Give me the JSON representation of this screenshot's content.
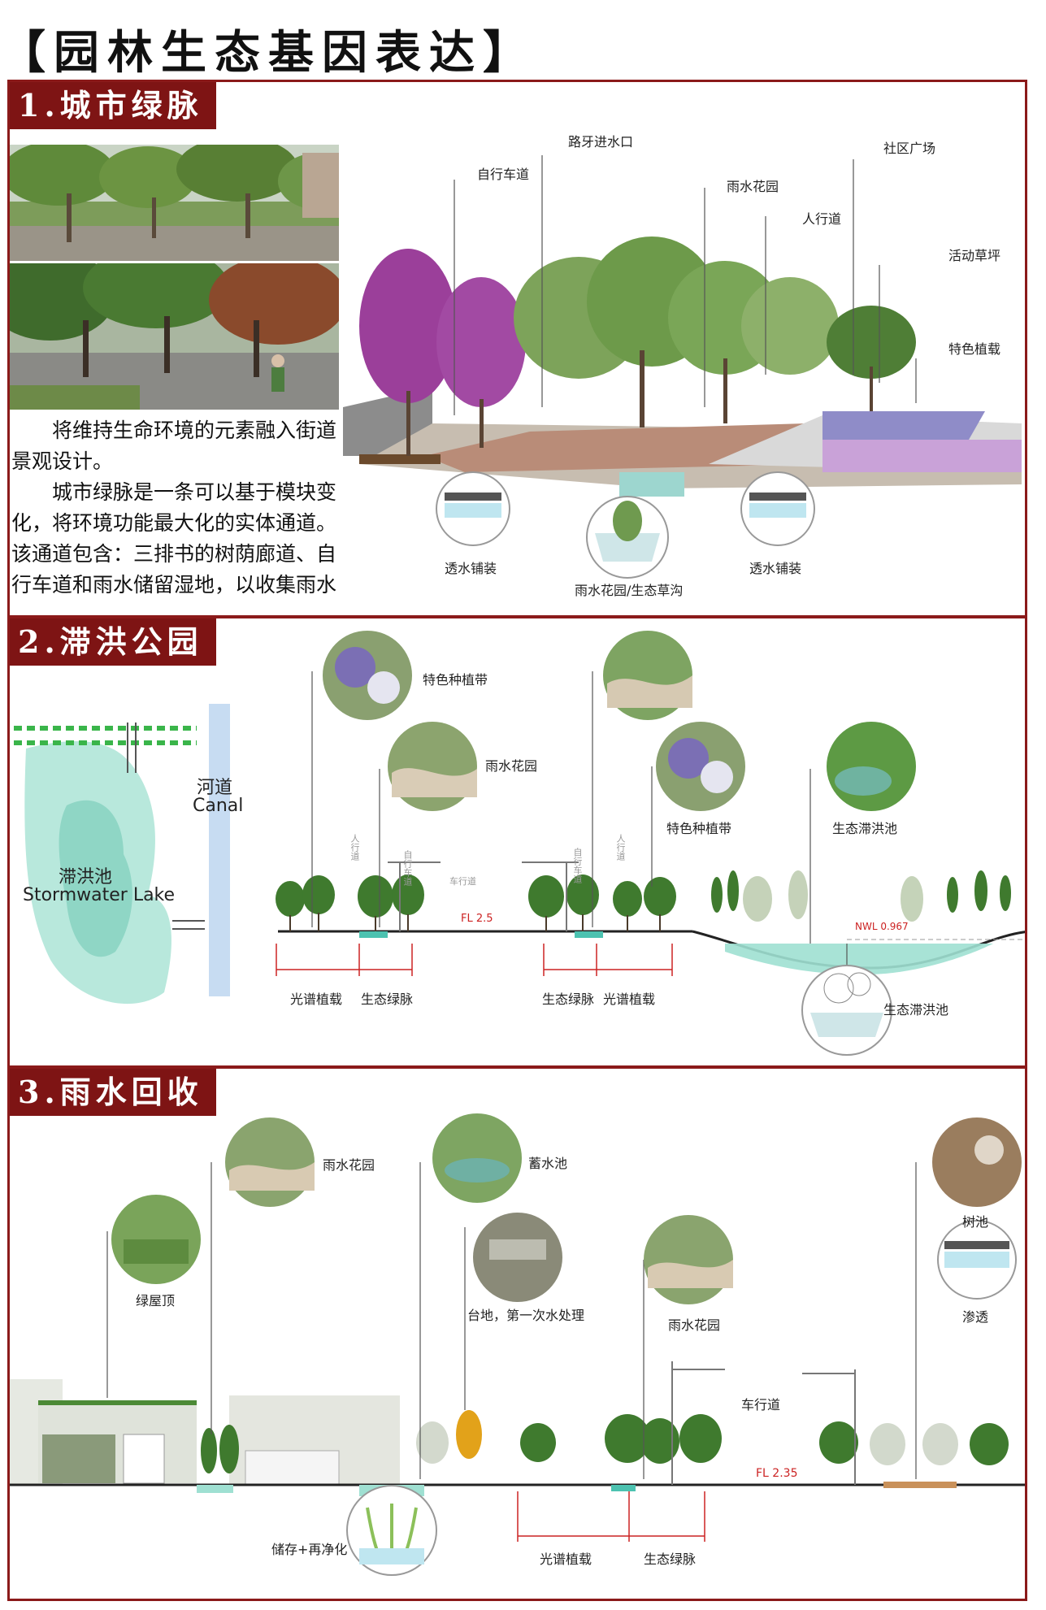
{
  "title": "【园林生态基因表达】",
  "panel1": {
    "tag": "1.城市绿脉",
    "para1": "将维持生命环境的元素融入街道景观设计。",
    "para2": "城市绿脉是一条可以基于模块变化，将环境功能最大化的实体通道。该通道包含：三排书的树荫廊道、自行车道和雨水储留湿地，以收集雨水",
    "labels": {
      "bike_lane": "自行车道",
      "curb_inlet": "路牙进水口",
      "rain_garden": "雨水花园",
      "sidewalk": "人行道",
      "plaza": "社区广场",
      "lawn": "活动草坪",
      "planting": "特色植载",
      "permeable1": "透水铺装",
      "rain_swale": "雨水花园/生态草沟",
      "permeable2": "透水铺装"
    }
  },
  "panel2": {
    "tag": "2.滞洪公园",
    "canal_cn": "河道",
    "canal_en": "Canal",
    "lake_cn": "滞洪池",
    "lake_en": "Stormwater Lake",
    "labels": {
      "feature_belt1": "特色种植带",
      "rain_garden": "雨水花园",
      "feature_belt2": "特色种植带",
      "detention1": "生态滞洪池",
      "detention2": "生态滞洪池",
      "spectrum1": "光谱植载",
      "eco1": "生态绿脉",
      "eco2": "生态绿脉",
      "spectrum2": "光谱植载",
      "sidewalk1": "人行道",
      "bike1": "自行车道",
      "road": "车行道",
      "bike2": "自行车道",
      "sidewalk2": "人行道",
      "fl": "FL 2.5",
      "nwl": "NWL 0.967"
    }
  },
  "panel3": {
    "tag": "3.雨水回收",
    "labels": {
      "rain_garden1": "雨水花园",
      "pond": "蓄水池",
      "green_roof": "绿屋顶",
      "terrace": "台地，第一次水处理",
      "rain_garden2": "雨水花园",
      "tree_pit": "树池",
      "infiltration": "渗透",
      "road": "车行道",
      "fl": "FL 2.35",
      "storage": "储存+再净化",
      "spectrum": "光谱植载",
      "eco": "生态绿脉"
    }
  },
  "colors": {
    "frame": "#8b1a1a",
    "tag_bg": "#7e1414",
    "water": "#9fe0d2",
    "dim_red": "#cc2222"
  }
}
